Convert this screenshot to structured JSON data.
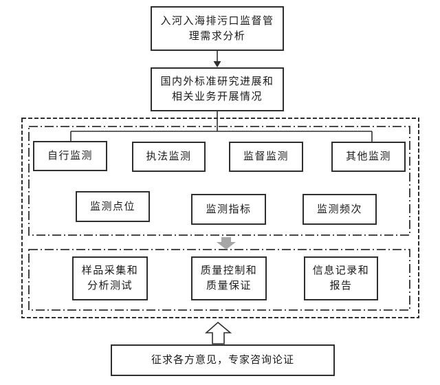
{
  "title_box": {
    "line1": "入河入海排污口监督管",
    "line2": "理需求分析"
  },
  "standards_box": {
    "line1": "国内外标准研究进展和",
    "line2": "相关业务开展情况"
  },
  "monitoring_types": [
    {
      "label": "自行监测"
    },
    {
      "label": "执法监测"
    },
    {
      "label": "监督监测"
    },
    {
      "label": "其他监测"
    }
  ],
  "monitoring_elements": [
    {
      "label": "监测点位"
    },
    {
      "label": "监测指标"
    },
    {
      "label": "监测频次"
    }
  ],
  "qa_boxes": [
    {
      "line1": "样品采集和",
      "line2": "分析测试"
    },
    {
      "line1": "质量控制和",
      "line2": "质量保证"
    },
    {
      "line1": "信息记录和",
      "line2": "报告"
    }
  ],
  "consultation_box": {
    "text": "征求各方意见，专家咨询论证"
  },
  "colors": {
    "line": "#2f2f2f",
    "box_border": "#2f2f2f",
    "text": "#1a1a1a",
    "gray_arrow": "#a6a6a6",
    "background": "#ffffff"
  }
}
